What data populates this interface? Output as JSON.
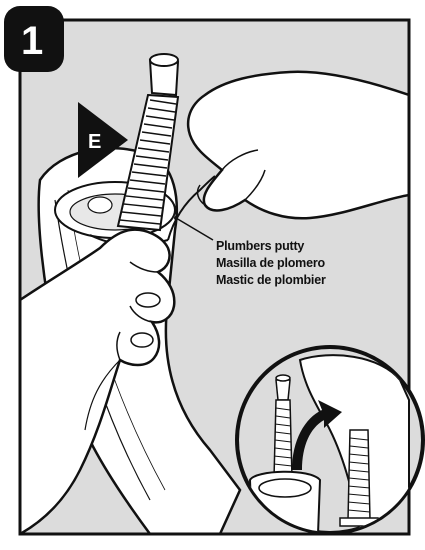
{
  "step": {
    "number": "1"
  },
  "part_label": "E",
  "callout": {
    "lines": [
      "Plumbers putty",
      "Masilla de plomero",
      "Mastic de plombier"
    ]
  },
  "colors": {
    "panel_background": "#dcdcdc",
    "frame": "#111111",
    "badge": "#111111",
    "line_art": "#111111",
    "fill_white": "#ffffff"
  },
  "icons": {
    "step_badge": "rounded-square-badge",
    "part_marker": "right-pointing-triangle",
    "detail_view": "circular-inset",
    "direction": "curved-arrow"
  }
}
